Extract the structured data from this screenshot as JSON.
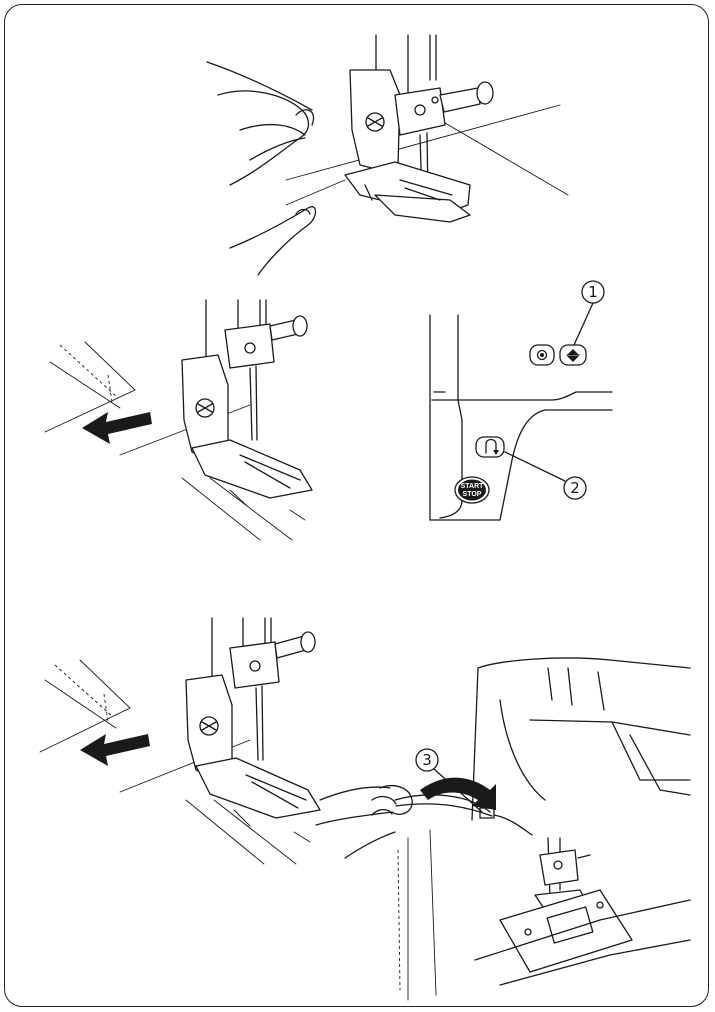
{
  "callouts": {
    "one": "1",
    "two": "2",
    "three": "3"
  },
  "panel": {
    "start_stop_line1": "START",
    "start_stop_line2": "STOP"
  },
  "icons": {
    "needle_stop": "needle-up-down-icon",
    "reverse": "reverse-stitch-icon",
    "lock": "lock-stitch-icon"
  }
}
